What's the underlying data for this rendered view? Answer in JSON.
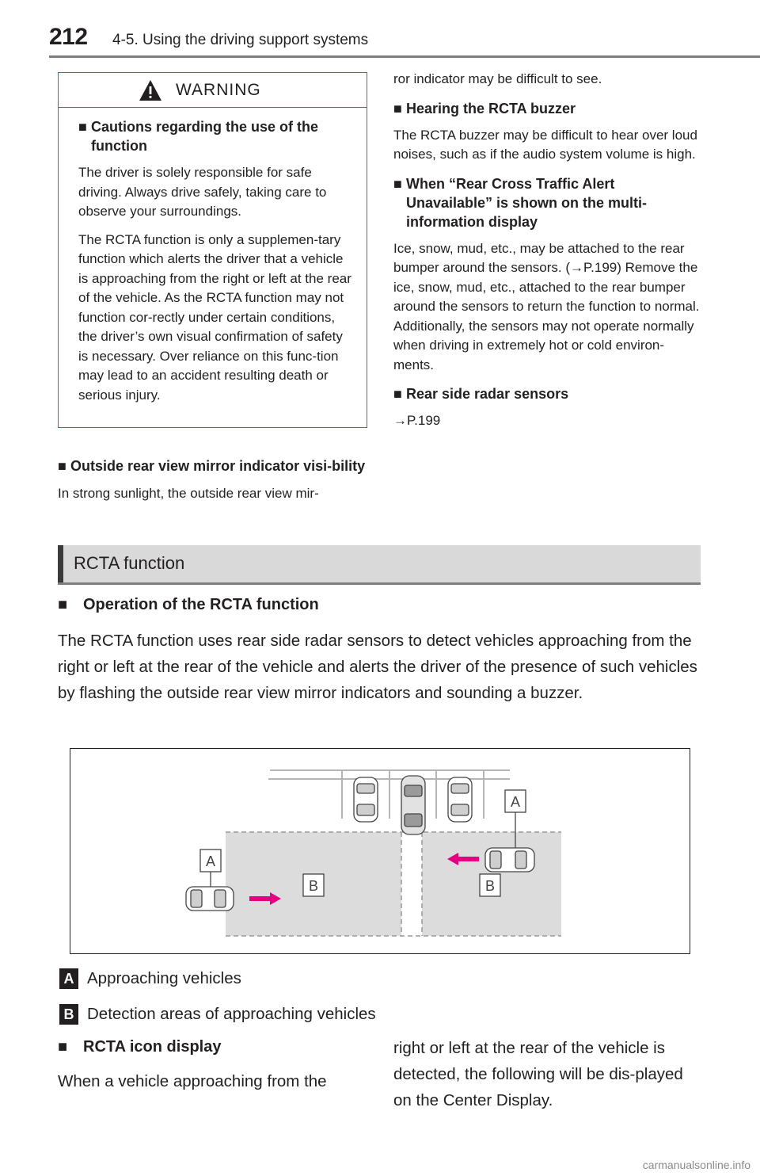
{
  "header": {
    "page_number": "212",
    "section": "4-5. Using the driving support systems"
  },
  "warning": {
    "label": "WARNING",
    "heading": "Cautions regarding the use of the function",
    "paragraphs": [
      "The driver is solely responsible for safe driving. Always drive safely, taking care to observe your surroundings.",
      "The RCTA function is only a supplemen-tary function which alerts the driver that a vehicle is approaching from the right or left at the rear of the vehicle. As the RCTA function may not function cor-rectly under certain conditions, the driver’s own visual confirmation of safety is necessary. Over reliance on this func-tion may lead to an accident resulting death or serious injury."
    ]
  },
  "left_column": {
    "heading": "Outside rear view mirror indicator visi-bility",
    "text": "In strong sunlight, the outside rear view mir-"
  },
  "right_column": {
    "continued": "ror indicator may be difficult to see.",
    "buzzer_heading": "Hearing the RCTA buzzer",
    "buzzer_text": "The RCTA buzzer may be difficult to hear over loud noises, such as if the audio system volume is high.",
    "unavailable_heading": "When “Rear Cross Traffic Alert Unavailable” is shown on the multi-information display",
    "unavailable_text": "Ice, snow, mud, etc., may be attached to the rear bumper around the sensors. (→P.199) Remove the ice, snow, mud, etc., attached to the rear bumper around the sensors to return the function to normal. Additionally, the sensors may not operate normally when driving in extremely hot or cold environ-ments.",
    "sensors_heading": "Rear side radar sensors",
    "sensors_ref": "→P.199"
  },
  "rcta_section": {
    "title": "RCTA function",
    "operation_heading": "Operation of the RCTA function",
    "operation_text": "The RCTA function uses rear side radar sensors to detect vehicles approaching from the right or left at the rear of the vehicle and alerts the driver of the presence of such vehicles by flashing the outside rear view mirror indicators and sounding a buzzer."
  },
  "diagram": {
    "label_a": "A",
    "label_b": "B",
    "arrow_color": "#e4007f",
    "zone_color": "#dcdcdc"
  },
  "legend": [
    {
      "badge": "A",
      "text": "Approaching vehicles"
    },
    {
      "badge": "B",
      "text": "Detection areas of approaching vehicles"
    }
  ],
  "icon_display": {
    "heading": "RCTA icon display",
    "text_left": "When a vehicle approaching from the",
    "text_right": "right or left at the rear of the vehicle is detected, the following will be dis-played on the Center Display."
  },
  "watermark": "carmanualsonline.info",
  "colors": {
    "warning_border": "#c8328c",
    "band_background": "#d9d9d9"
  }
}
